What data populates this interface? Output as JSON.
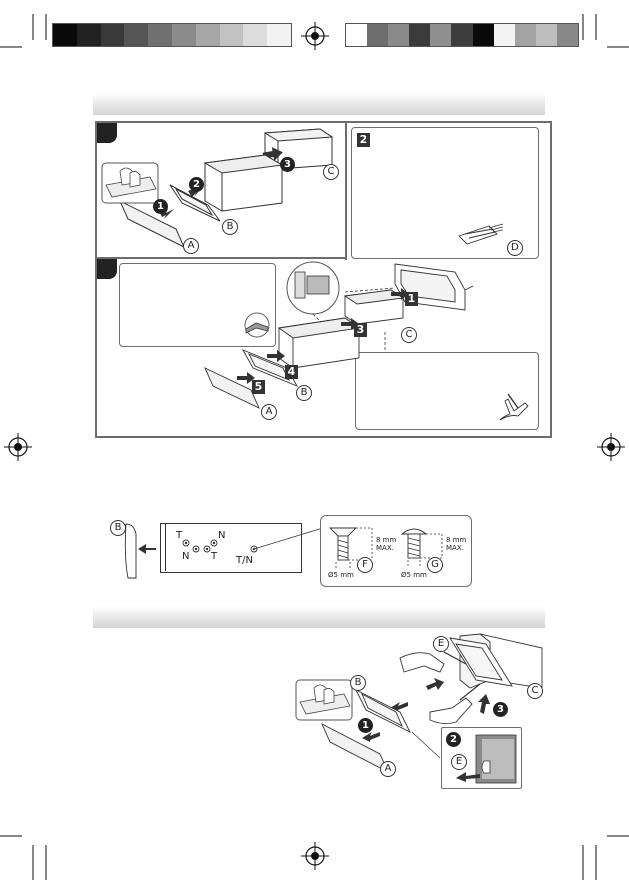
{
  "colors": {
    "swatches_left": [
      "#0a0a0a",
      "#222222",
      "#3a3a3a",
      "#555555",
      "#707070",
      "#8b8b8b",
      "#a7a7a7",
      "#c2c2c2",
      "#dcdcdc",
      "#f2f2f2"
    ],
    "swatches_right": [
      "#ffffff",
      "#6e6e6e",
      "#8a8a8a",
      "#3b3b3b",
      "#8f8f8f",
      "#3d3d3d",
      "#0a0a0a",
      "#f4f4f4",
      "#a3a3a3",
      "#bdbdbd",
      "#888888"
    ],
    "frame": "#6d6d6d",
    "band": "#d4d4d4"
  },
  "section1": {
    "step2_number": "2",
    "panel1": {
      "step_dots": [
        "1",
        "2",
        "3"
      ],
      "labels": {
        "a": "A",
        "b": "B",
        "c": "C"
      }
    },
    "panel2": {
      "label_d": "D"
    },
    "panel3": {
      "steps": [
        "1",
        "3",
        "4",
        "5"
      ],
      "labels": {
        "a": "A",
        "b": "B",
        "c": "C"
      }
    }
  },
  "screw_diagram": {
    "label_b": "B",
    "terminals": [
      "T",
      "N",
      "N",
      "T",
      "T/N"
    ],
    "screw_f": {
      "length": "8 mm",
      "max": "MAX.",
      "diameter": "Ø5 mm",
      "label": "F"
    },
    "screw_g": {
      "length": "8 mm",
      "max": "MAX.",
      "diameter": "Ø5 mm",
      "label": "G"
    }
  },
  "section2": {
    "labels": {
      "a": "A",
      "b": "B",
      "c": "C",
      "e1": "E",
      "e2": "E"
    },
    "step_dots": [
      "1",
      "2",
      "3"
    ]
  }
}
